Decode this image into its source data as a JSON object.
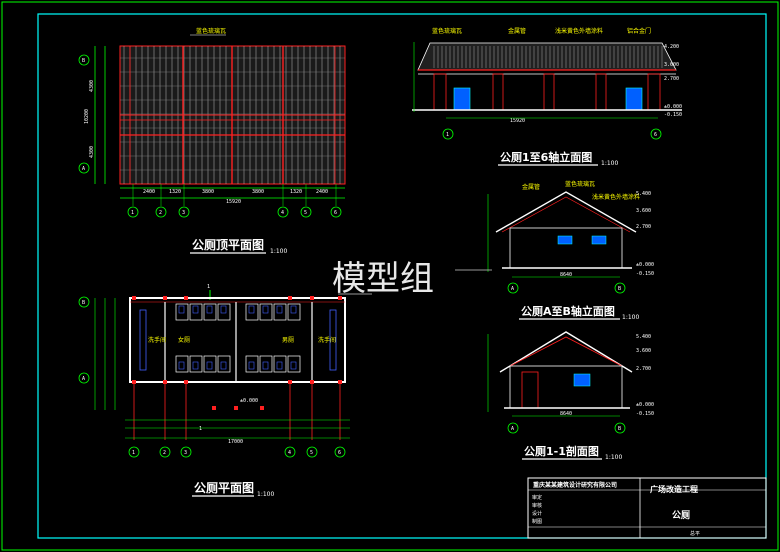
{
  "watermark": "模型组",
  "roof_plan": {
    "top_label": "蓝色琉璃瓦",
    "title": "公厕顶平面图",
    "scale": "1:100",
    "overall_width": "15920",
    "dims": [
      "2400",
      "1320",
      "3800",
      "3800",
      "1320",
      "2400"
    ],
    "left_dims": [
      "4300",
      "4300"
    ],
    "left_total": "10200",
    "axes_x": [
      "1",
      "2",
      "3",
      "4",
      "5",
      "6"
    ],
    "axes_y": [
      "B",
      "A"
    ]
  },
  "front_elev": {
    "labels": [
      "蓝色琉璃瓦",
      "金属管",
      "浅米黄色外墙涂料",
      "铝合金门"
    ],
    "title": "公厕1至6轴立面图",
    "scale": "1:100",
    "overall_width": "15920",
    "levels": [
      "4.200",
      "3.600",
      "2.700",
      "±0.000",
      "-0.150"
    ],
    "axes_x": [
      "1",
      "6"
    ]
  },
  "side_elev": {
    "labels": [
      "金属管",
      "蓝色琉璃瓦",
      "浅米黄色外墙涂料"
    ],
    "title": "公厕A至B轴立面图",
    "scale": "1:100",
    "width": "8640",
    "levels": [
      "5.400",
      "3.600",
      "2.700",
      "±0.000",
      "-0.150"
    ],
    "axes_x": [
      "A",
      "B"
    ]
  },
  "floor_plan": {
    "title": "公厕平面图",
    "scale": "1:100",
    "rooms": [
      "洗手间",
      "女厕",
      "男厕",
      "洗手间"
    ],
    "center_text": "±0.000",
    "overall_width": "17000",
    "axes_x": [
      "1",
      "2",
      "3",
      "4",
      "5",
      "6"
    ],
    "axes_y": [
      "B",
      "A"
    ],
    "section_mark": "1"
  },
  "section": {
    "title": "公厕1-1剖面图",
    "scale": "1:100",
    "width": "8640",
    "levels": [
      "5.400",
      "3.600",
      "2.700",
      "±0.000",
      "-0.150"
    ],
    "axes_x": [
      "A",
      "B"
    ]
  },
  "title_block": {
    "company": "重庆某某建筑设计研究有限公司",
    "project": "广场改造工程",
    "drawing": "公厕",
    "rows": [
      "审定",
      "审核",
      "设计",
      "制图"
    ],
    "footer": "总平"
  }
}
